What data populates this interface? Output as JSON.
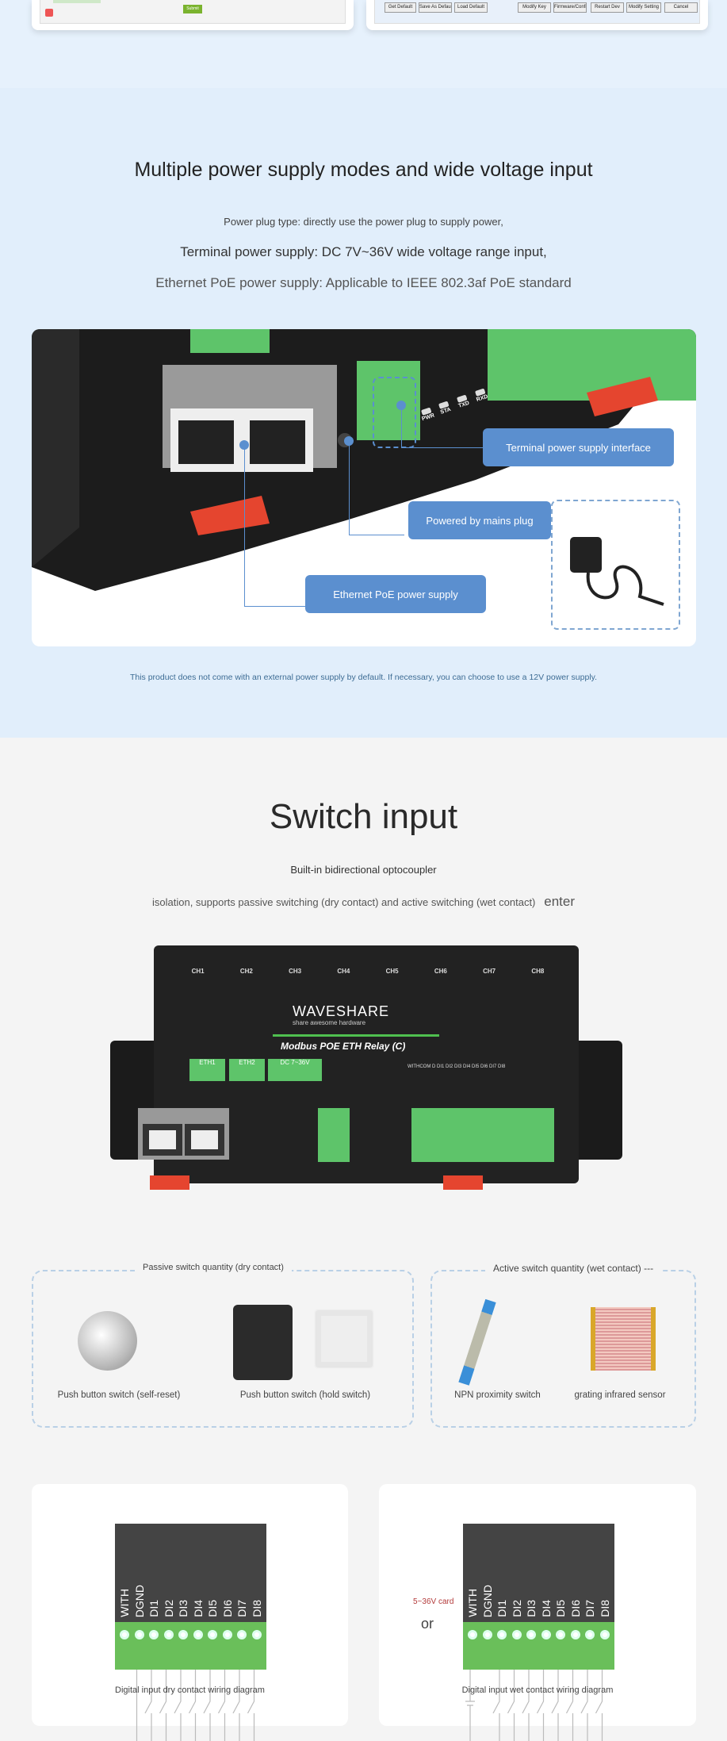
{
  "top_screenshots": {
    "left_button": "Submit",
    "right_buttons": [
      "Get Default",
      "Save As Default",
      "Load Default",
      "Modify Key",
      "Firmware/Config",
      "Restart Dev",
      "Modify Setting",
      "Cancel"
    ]
  },
  "power": {
    "title": "Multiple power supply modes and wide voltage input",
    "line1": "Power plug type: directly use the power plug to supply power,",
    "line2": "Terminal power supply: DC 7V~36V wide voltage range input,",
    "line3": "Ethernet PoE power supply: Applicable to IEEE 802.3af PoE standard",
    "callouts": {
      "terminal": "Terminal power supply interface",
      "mains": "Powered by mains plug",
      "poe": "Ethernet PoE power supply"
    },
    "board_leds": [
      "PWR",
      "STA",
      "TXD",
      "RXD"
    ],
    "footnote": "This product does not come with an external power supply by default. If necessary, you can choose to use a 12V power supply.",
    "accent": "#5b8fcf"
  },
  "switch": {
    "title": "Switch input",
    "line1": "Built-in bidirectional optocoupler",
    "line2": "isolation, supports passive switching (dry contact) and active switching (wet contact)",
    "line2_suffix": "enter",
    "device": {
      "channels": [
        "CH1",
        "CH2",
        "CH3",
        "CH4",
        "CH5",
        "CH6",
        "CH7",
        "CH8"
      ],
      "brand": "WAVESHARE",
      "tagline": "share awesome hardware",
      "model": "Modbus POE ETH Relay (C)",
      "ports": [
        "ETH1",
        "ETH2",
        "DC 7~36V"
      ],
      "di_labels": "WITHCOM D DI1 DI2 DI3 DI4 DI5 DI6 DI7 DI8"
    },
    "passive": {
      "title": "Passive switch quantity (dry contact)",
      "items": [
        "Push button switch (self-reset)",
        "Push button switch (hold switch)"
      ]
    },
    "active": {
      "title": "Active switch quantity (wet contact) ---",
      "items": [
        "NPN proximity switch",
        "grating infrared sensor"
      ]
    },
    "wiring": {
      "terminals": [
        "WITH",
        "DGND",
        "DI1",
        "DI2",
        "DI3",
        "DI4",
        "DI5",
        "DI6",
        "DI7",
        "DI8"
      ],
      "dry_caption": "Digital input dry contact wiring diagram",
      "wet_caption": "Digital input wet contact wiring diagram",
      "voltage_label": "5~36V card",
      "or_label": "or"
    }
  }
}
